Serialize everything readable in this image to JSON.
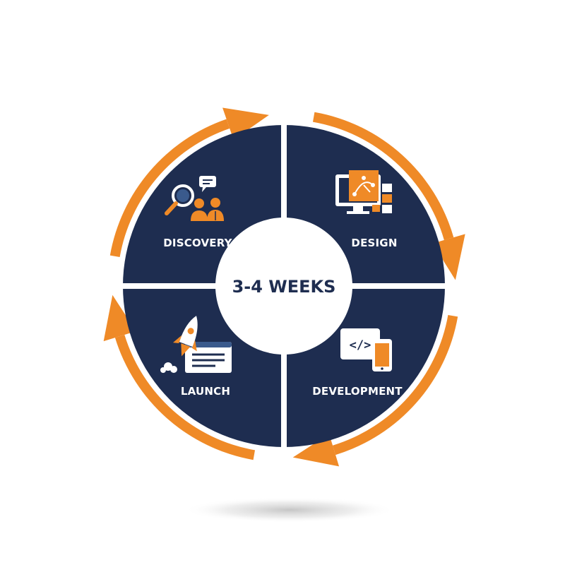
{
  "diagram": {
    "center_label": "3-4 WEEKS",
    "stages": [
      {
        "id": "discovery",
        "label": "DISCOVERY",
        "icon": "magnifier-people-icon"
      },
      {
        "id": "design",
        "label": "DESIGN",
        "icon": "design-monitor-icon"
      },
      {
        "id": "development",
        "label": "DEVELOPMENT",
        "icon": "code-devices-icon"
      },
      {
        "id": "launch",
        "label": "LAUNCH",
        "icon": "rocket-browser-icon"
      }
    ],
    "colors": {
      "navy": "#1e2d50",
      "orange": "#ef8a27",
      "white": "#ffffff"
    }
  }
}
